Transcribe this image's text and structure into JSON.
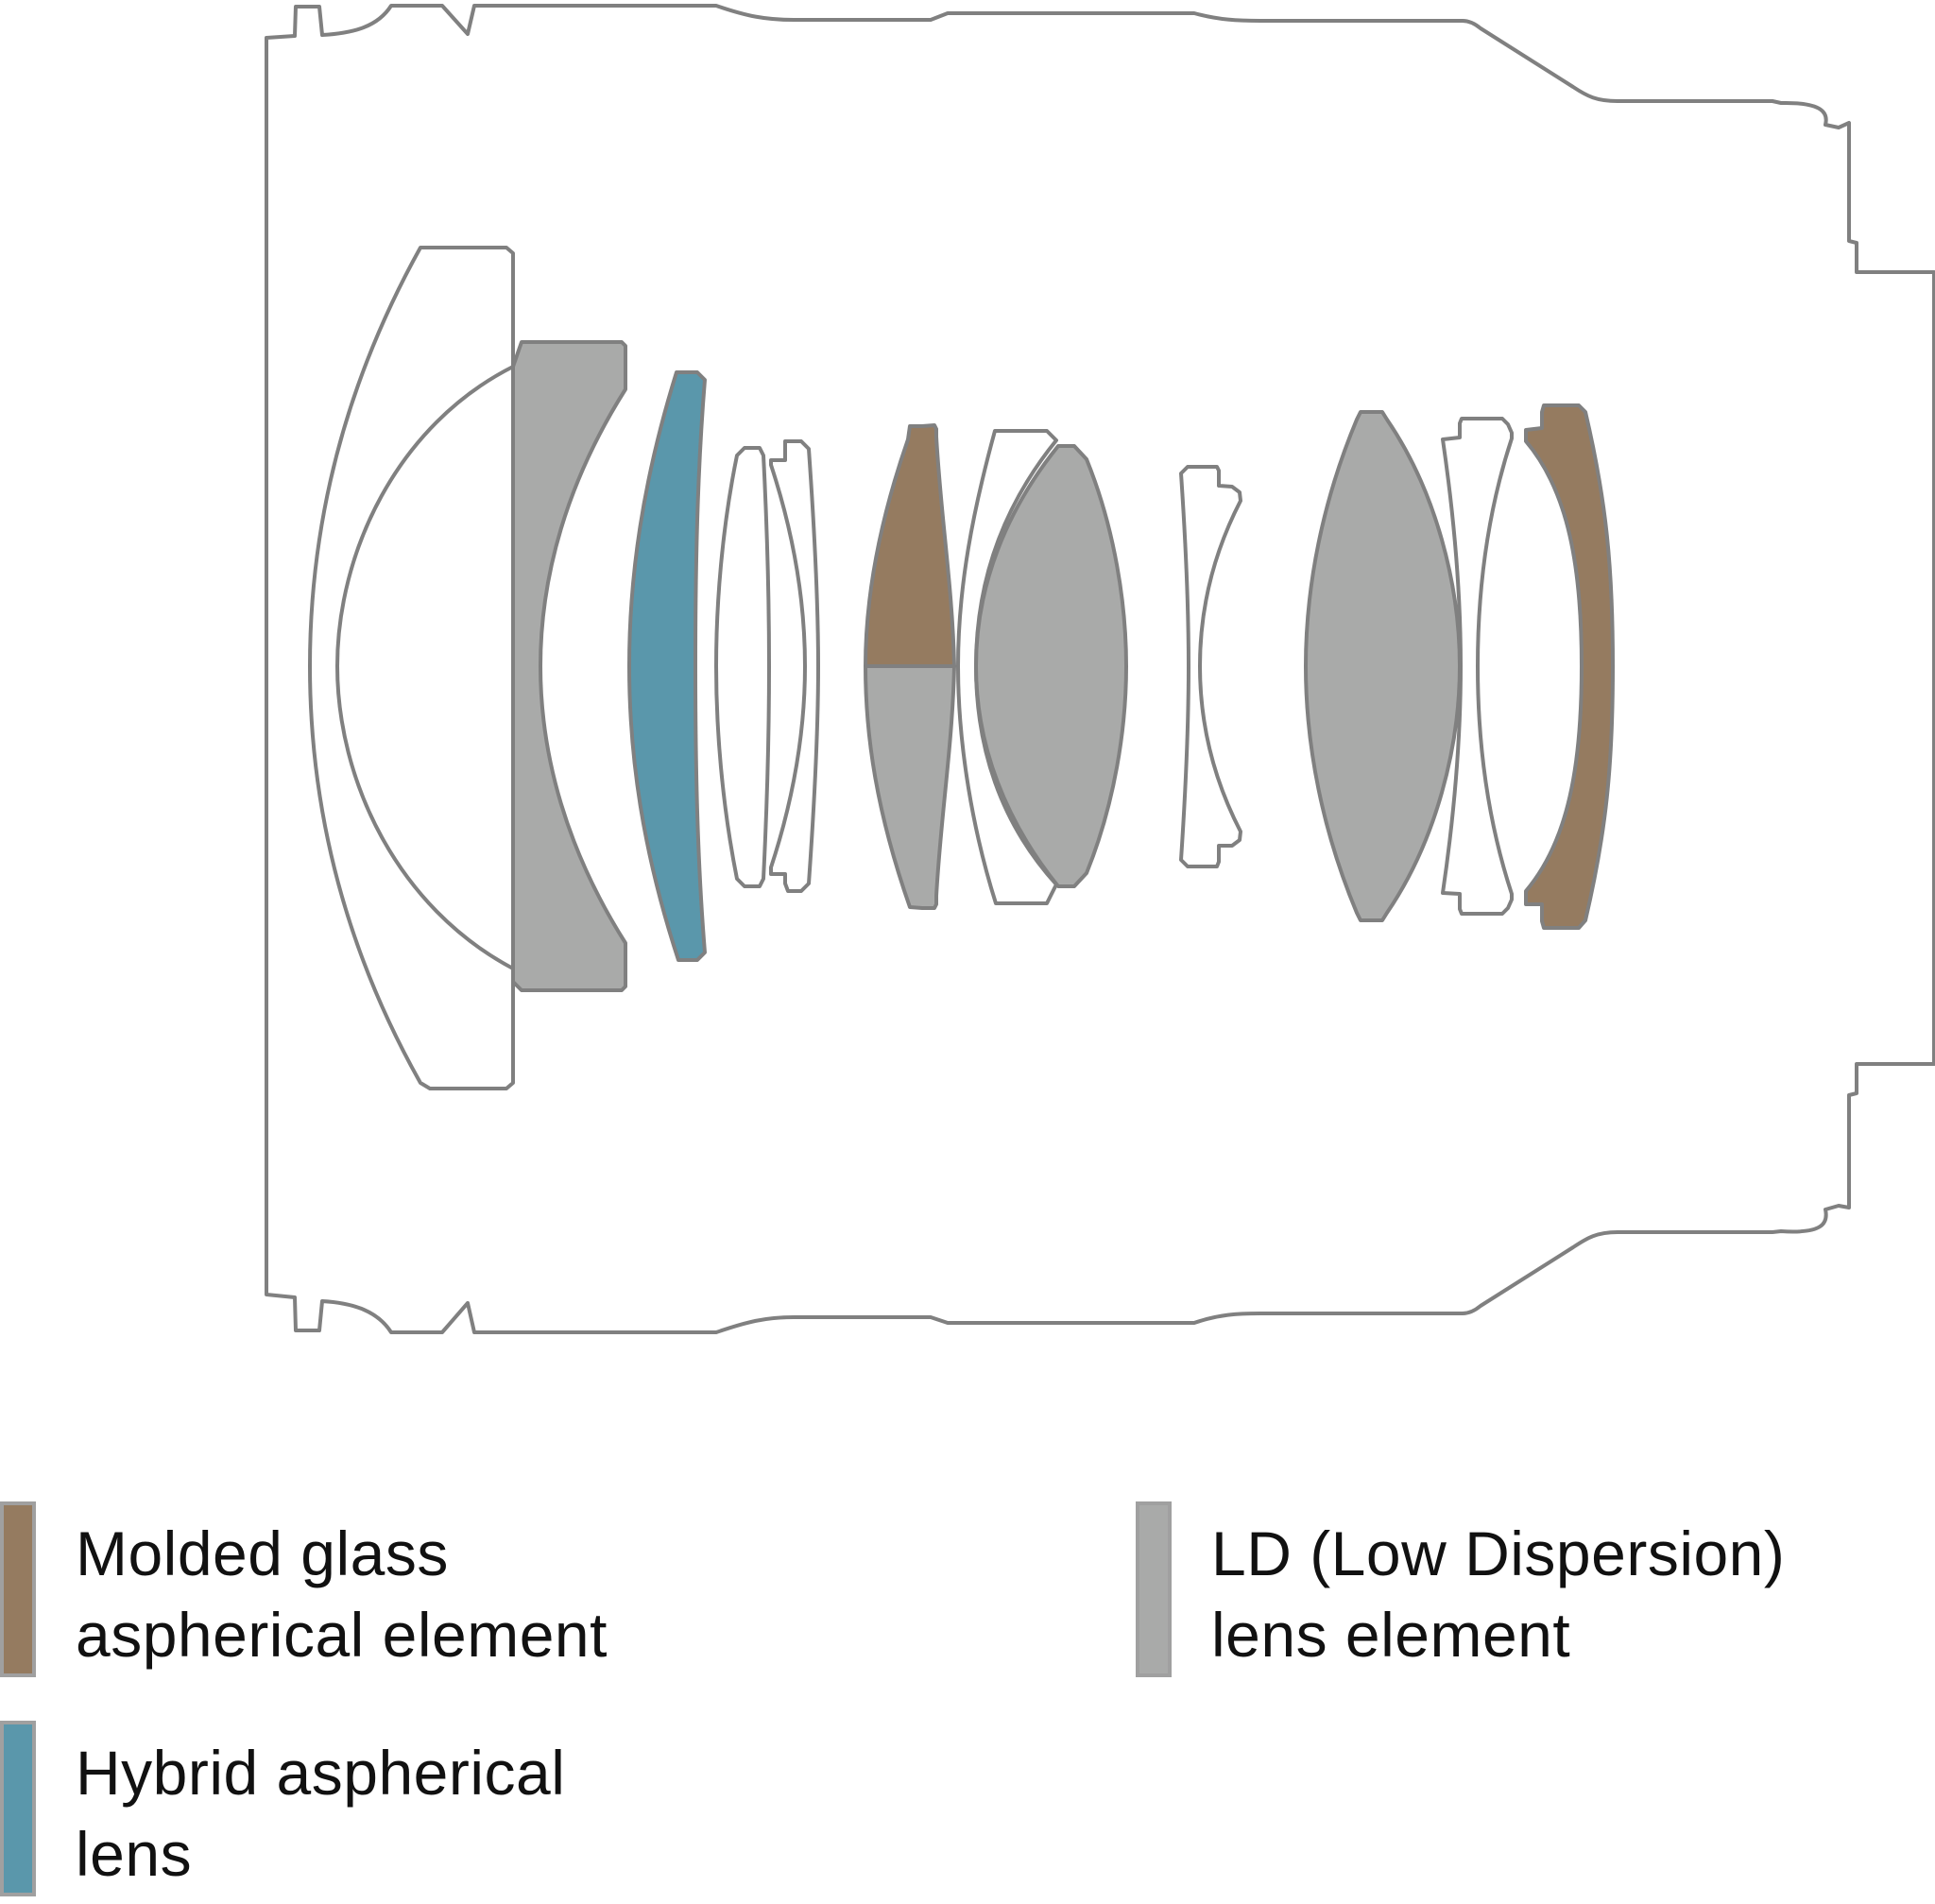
{
  "colors": {
    "molded": "#957B60",
    "hybrid": "#5A97AB",
    "ld": "#A9AAA9",
    "plain": "#FFFFFF",
    "outline": "#808080"
  },
  "legend": [
    {
      "key": "molded",
      "label": "Molded glass\naspherical element"
    },
    {
      "key": "ld",
      "label": "LD (Low Dispersion)\nlens element"
    },
    {
      "key": "hybrid",
      "label": "Hybrid aspherical\nlens"
    }
  ]
}
